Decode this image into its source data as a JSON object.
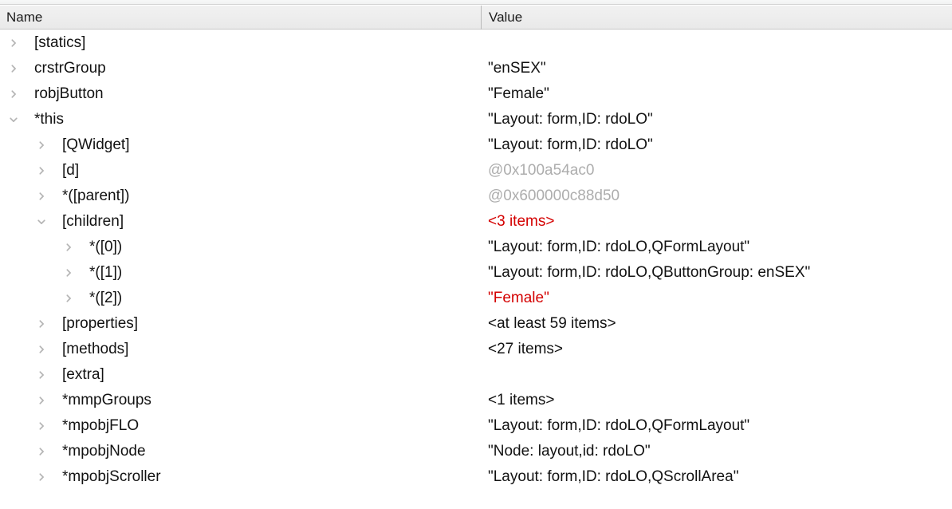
{
  "header": {
    "name_column_label": "Name",
    "value_column_label": "Value"
  },
  "colors": {
    "text": "#121212",
    "pointer_gray": "#adadad",
    "highlight_red": "#d40000",
    "header_bg": "#ededed",
    "divider": "#b9b9b9",
    "disclosure_arrow": "#b4b4b4"
  },
  "tree": {
    "rows": [
      {
        "name": "[statics]",
        "value": "",
        "value_style": "normal",
        "level": 0,
        "expanded": false,
        "icon": "chevron-right-icon"
      },
      {
        "name": "crstrGroup",
        "value": "\"enSEX\"",
        "value_style": "normal",
        "level": 0,
        "expanded": false,
        "icon": "chevron-right-icon"
      },
      {
        "name": "robjButton",
        "value": "\"Female\"",
        "value_style": "normal",
        "level": 0,
        "expanded": false,
        "icon": "chevron-right-icon"
      },
      {
        "name": "*this",
        "value": "\"Layout: form,ID: rdoLO\"",
        "value_style": "normal",
        "level": 0,
        "expanded": true,
        "icon": "chevron-down-icon"
      },
      {
        "name": "[QWidget]",
        "value": "\"Layout: form,ID: rdoLO\"",
        "value_style": "normal",
        "level": 1,
        "expanded": false,
        "icon": "chevron-right-icon"
      },
      {
        "name": "[d]",
        "value": "@0x100a54ac0",
        "value_style": "gray",
        "level": 1,
        "expanded": false,
        "icon": "chevron-right-icon"
      },
      {
        "name": "*([parent])",
        "value": "@0x600000c88d50",
        "value_style": "gray",
        "level": 1,
        "expanded": false,
        "icon": "chevron-right-icon"
      },
      {
        "name": "[children]",
        "value": "<3 items>",
        "value_style": "red",
        "level": 1,
        "expanded": true,
        "icon": "chevron-down-icon"
      },
      {
        "name": "*([0])",
        "value": "\"Layout: form,ID: rdoLO,QFormLayout\"",
        "value_style": "normal",
        "level": 2,
        "expanded": false,
        "icon": "chevron-right-icon"
      },
      {
        "name": "*([1])",
        "value": "\"Layout: form,ID: rdoLO,QButtonGroup: enSEX\"",
        "value_style": "normal",
        "level": 2,
        "expanded": false,
        "icon": "chevron-right-icon"
      },
      {
        "name": "*([2])",
        "value": "\"Female\"",
        "value_style": "red",
        "level": 2,
        "expanded": false,
        "icon": "chevron-right-icon"
      },
      {
        "name": "[properties]",
        "value": "<at least 59 items>",
        "value_style": "normal",
        "level": 1,
        "expanded": false,
        "icon": "chevron-right-icon"
      },
      {
        "name": "[methods]",
        "value": "<27 items>",
        "value_style": "normal",
        "level": 1,
        "expanded": false,
        "icon": "chevron-right-icon"
      },
      {
        "name": "[extra]",
        "value": "",
        "value_style": "normal",
        "level": 1,
        "expanded": false,
        "icon": "chevron-right-icon"
      },
      {
        "name": "*mmpGroups",
        "value": "<1 items>",
        "value_style": "normal",
        "level": 1,
        "expanded": false,
        "icon": "chevron-right-icon"
      },
      {
        "name": "*mpobjFLO",
        "value": "\"Layout: form,ID: rdoLO,QFormLayout\"",
        "value_style": "normal",
        "level": 1,
        "expanded": false,
        "icon": "chevron-right-icon"
      },
      {
        "name": "*mpobjNode",
        "value": "\"Node: layout,id: rdoLO\"",
        "value_style": "normal",
        "level": 1,
        "expanded": false,
        "icon": "chevron-right-icon"
      },
      {
        "name": "*mpobjScroller",
        "value": "\"Layout: form,ID: rdoLO,QScrollArea\"",
        "value_style": "normal",
        "level": 1,
        "expanded": false,
        "icon": "chevron-right-icon"
      }
    ]
  }
}
